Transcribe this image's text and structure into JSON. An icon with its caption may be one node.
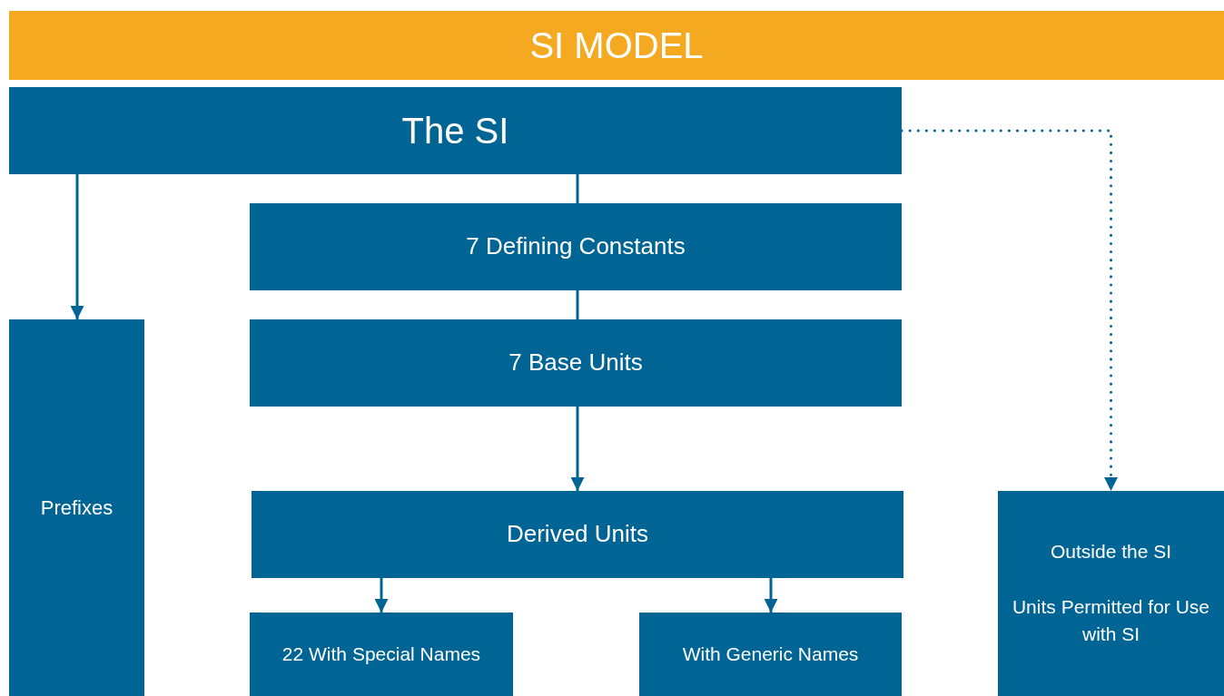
{
  "diagram": {
    "title": "SI MODEL",
    "nodes": [
      {
        "text": [
          "The SI"
        ]
      },
      {
        "text": [
          "7 Defining Constants"
        ]
      },
      {
        "text": [
          "7 Base Units"
        ]
      },
      {
        "text": [
          "Prefixes"
        ]
      },
      {
        "text": [
          "Derived Units"
        ]
      },
      {
        "text": [
          "22 With Special Names"
        ]
      },
      {
        "text": [
          "With Generic Names"
        ]
      },
      {
        "text": [
          "Outside the SI",
          "Units Permitted for Use with SI"
        ]
      }
    ],
    "edges": [
      {
        "from": 0,
        "to": 1,
        "arrow": "none"
      },
      {
        "from": 1,
        "to": 2,
        "arrow": "none"
      },
      {
        "from": 2,
        "to": 4,
        "arrow": "to"
      },
      {
        "from": 0,
        "to": 3,
        "arrow": "to"
      },
      {
        "from": 4,
        "to": 5,
        "arrow": "to"
      },
      {
        "from": 4,
        "to": 6,
        "arrow": "to"
      },
      {
        "from": 0,
        "to": 7,
        "arrow": "to",
        "style": "dashed"
      }
    ]
  }
}
